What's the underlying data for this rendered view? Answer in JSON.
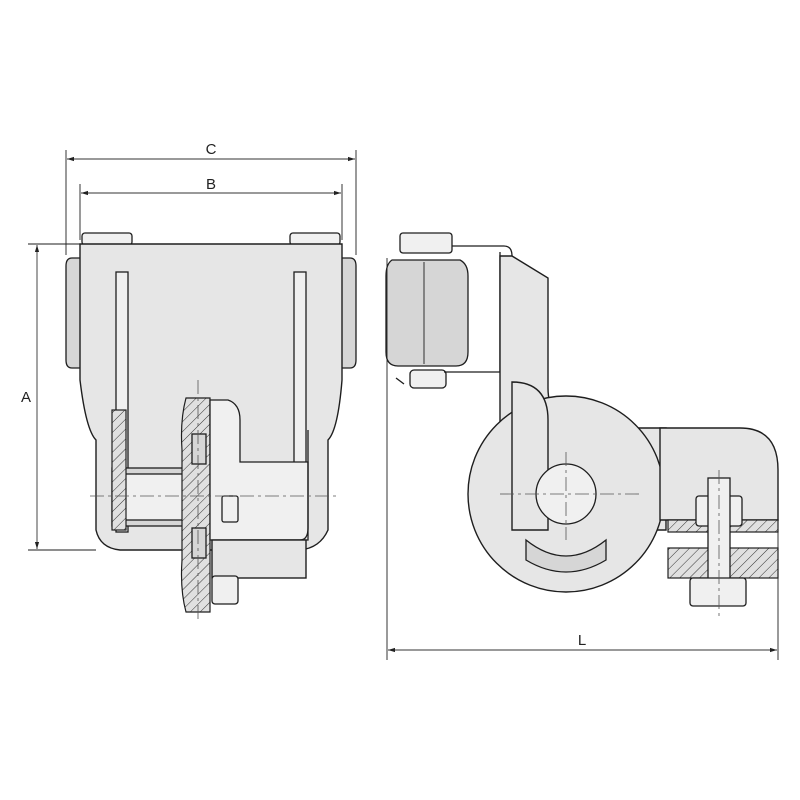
{
  "dimensions": {
    "A": "A",
    "B": "B",
    "C": "C",
    "L": "L"
  },
  "colors": {
    "part_fill": "#e6e6e6",
    "outline": "#1e1e1e",
    "background": "#ffffff"
  }
}
